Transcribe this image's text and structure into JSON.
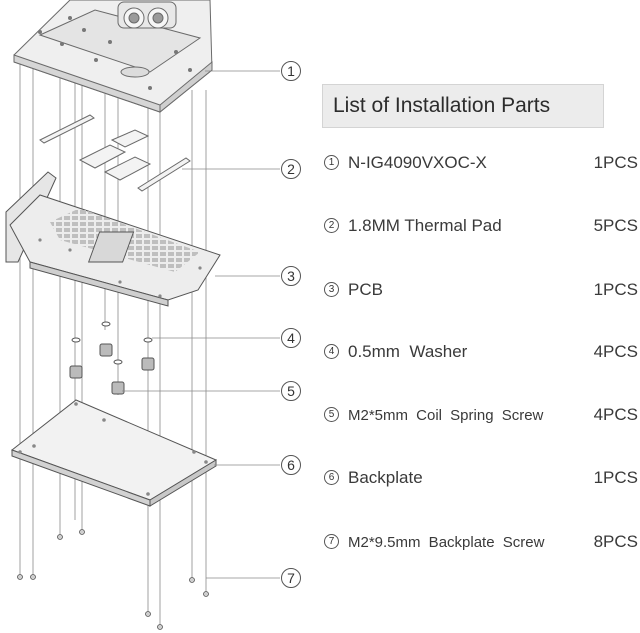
{
  "title": "List of Installation Parts",
  "diagram_callouts": [
    "1",
    "2",
    "3",
    "4",
    "5",
    "6",
    "7"
  ],
  "parts": [
    {
      "num": "1",
      "name": "N-IG4090VXOC-X",
      "qty": "1PCS"
    },
    {
      "num": "2",
      "name": "1.8MM Thermal Pad",
      "qty": "5PCS"
    },
    {
      "num": "3",
      "name": "PCB",
      "qty": "1PCS"
    },
    {
      "num": "4",
      "name": "0.5mm  Washer",
      "qty": "4PCS"
    },
    {
      "num": "5",
      "name": "M2*5mm  Coil  Spring  Screw",
      "qty": "4PCS"
    },
    {
      "num": "6",
      "name": "Backplate",
      "qty": "1PCS"
    },
    {
      "num": "7",
      "name": "M2*9.5mm  Backplate  Screw",
      "qty": "8PCS"
    }
  ]
}
